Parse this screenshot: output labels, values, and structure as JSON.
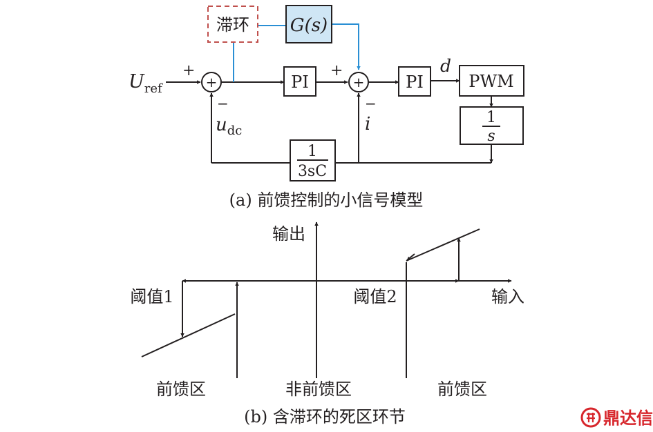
{
  "block_diagram": {
    "hysteresis_block": "滞环",
    "transfer_block": "G(s)",
    "pi_1": "PI",
    "pi_2": "PI",
    "pwm": "PWM",
    "integrator_num": "1",
    "integrator_den": "s",
    "capacitor_num": "1",
    "capacitor_den": "3sC",
    "input_signal": "U",
    "input_signal_sub": "ref",
    "feedback_voltage": "u",
    "feedback_voltage_sub": "dc",
    "feedback_current": "i",
    "duty_signal": "d",
    "sum1_plus": "+",
    "sum1_minus": "−",
    "sum2_plus": "+",
    "sum2_minus": "−",
    "sum_symbol": "+",
    "caption": "(a) 前馈控制的小信号模型"
  },
  "hysteresis_plot": {
    "y_axis_label": "输出",
    "x_axis_label": "输入",
    "threshold_1": "阈值1",
    "threshold_2": "阈值2",
    "region_left": "前馈区",
    "region_center": "非前馈区",
    "region_right": "前馈区",
    "caption": "(b) 含滞环的死区环节"
  },
  "watermark": {
    "brand_text": "鼎达信",
    "logo_color": "#d7262c"
  },
  "colors": {
    "signal_line": "#231f20",
    "blue_path": "#2a8fd4",
    "transfer_fill": "#cfe6f5",
    "dashed_border": "#c0504d"
  }
}
